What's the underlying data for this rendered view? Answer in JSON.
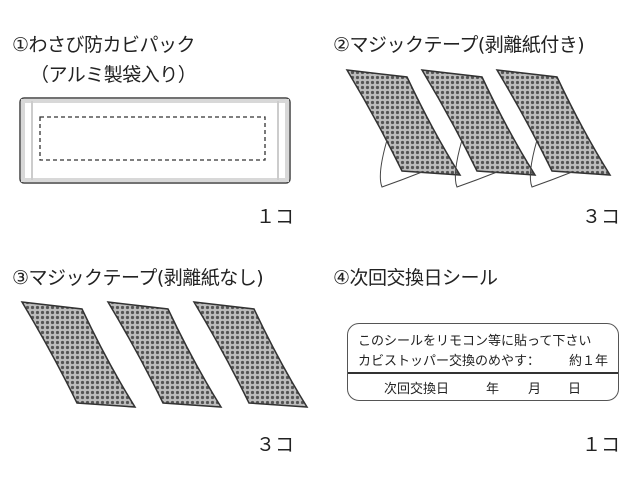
{
  "items": [
    {
      "title_line1": "①わさび防カビパック",
      "title_line2": "（アルミ製袋入り）",
      "quantity": "１コ"
    },
    {
      "title": "②マジックテープ(剥離紙付き)",
      "quantity": "３コ"
    },
    {
      "title": "③マジックテープ(剥離紙なし)",
      "quantity": "３コ"
    },
    {
      "title": "④次回交換日シール",
      "quantity": "１コ"
    }
  ],
  "sticker": {
    "line1": "このシールをリモコン等に貼って下さい",
    "line2": "カビストッパー交換のめやす：",
    "line2_value": "約１年",
    "date_label": "次回交換日",
    "year": "年",
    "month": "月",
    "day": "日"
  },
  "colors": {
    "line": "#333333",
    "tape_fill": "#8a8a8a",
    "pack_band": "#d8d8d8"
  }
}
